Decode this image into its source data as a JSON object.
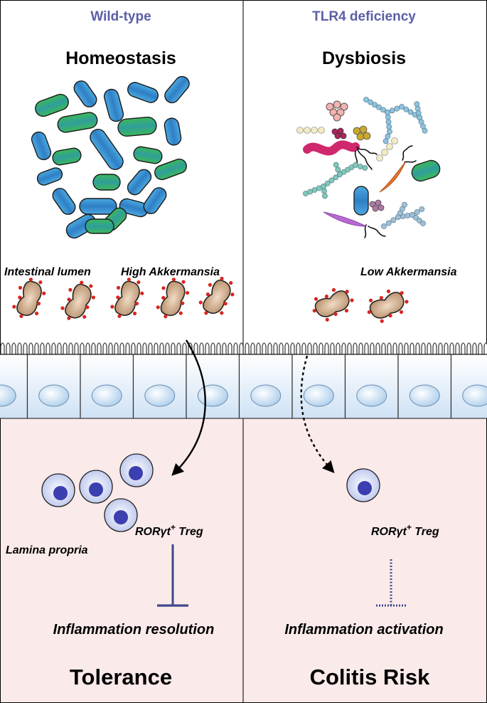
{
  "panels": {
    "left": {
      "header": "Wild-type",
      "state": "Homeostasis",
      "lumen_label": "Intestinal lumen",
      "akkermansia_label": "High Akkermansia",
      "lamina_label": "Lamina propria",
      "cell_label_pre": "RORγt",
      "cell_label_sup": "+",
      "cell_label_post": " Treg",
      "outcome": "Inflammation resolution",
      "footer": "Tolerance"
    },
    "right": {
      "header": "TLR4 deficiency",
      "state": "Dysbiosis",
      "akkermansia_label": "Low Akkermansia",
      "cell_label_pre": "RORγt",
      "cell_label_sup": "+",
      "cell_label_post": " Treg",
      "outcome": "Inflammation activation",
      "footer": "Colitis Risk"
    }
  },
  "colors": {
    "header": "#5b5ea6",
    "lamina_bg": "#fbeaea",
    "inhibitor": "#3d4a8c",
    "bacteria_blue": "#3a8fcf",
    "bacteria_green": "#3fae5b",
    "akkermansia": "#c9a88a",
    "akk_dots": "#d7261e",
    "treg_fill": "#b9c4ea",
    "treg_nucleus": "#3c3fb0"
  }
}
